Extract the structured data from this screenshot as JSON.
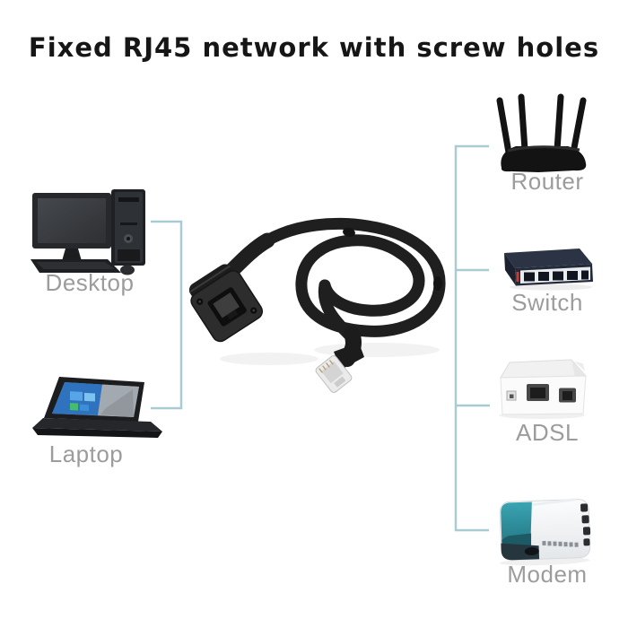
{
  "title": "Fixed RJ45 network with screw holes",
  "devices": {
    "left": [
      {
        "label": "Desktop",
        "icon": "desktop-computer-icon"
      },
      {
        "label": "Laptop",
        "icon": "laptop-icon"
      }
    ],
    "right": [
      {
        "label": "Router",
        "icon": "wifi-router-icon"
      },
      {
        "label": "Switch",
        "icon": "network-switch-icon"
      },
      {
        "label": "ADSL",
        "icon": "adsl-modem-icon"
      },
      {
        "label": "Modem",
        "icon": "modem-icon"
      }
    ]
  },
  "product": {
    "icon": "rj45-panel-mount-extension-cable-photo"
  },
  "colors": {
    "background": "#ffffff",
    "title_text": "#161616",
    "device_label": "#9c9c9c",
    "connector_line": "#a9cbd3",
    "cable_black": "#1f1f1f"
  }
}
